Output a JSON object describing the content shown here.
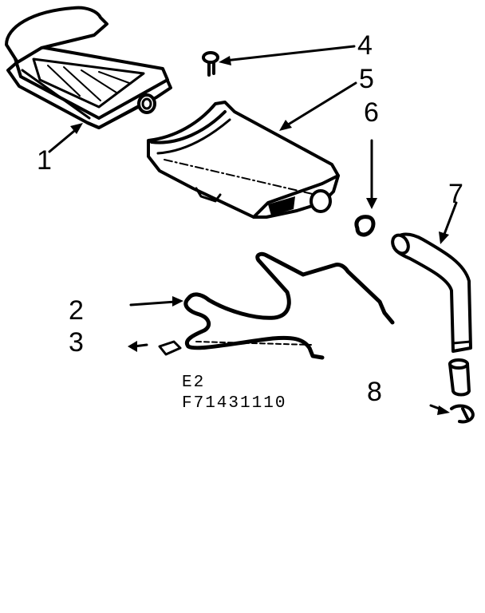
{
  "callouts": {
    "c1": "1",
    "c2": "2",
    "c3": "3",
    "c4": "4",
    "c5": "5",
    "c6": "6",
    "c7": "7",
    "c8": "8"
  },
  "codes": {
    "section": "E2",
    "figure": "F71431110"
  },
  "colors": {
    "ink": "#000000",
    "paper": "#ffffff"
  }
}
